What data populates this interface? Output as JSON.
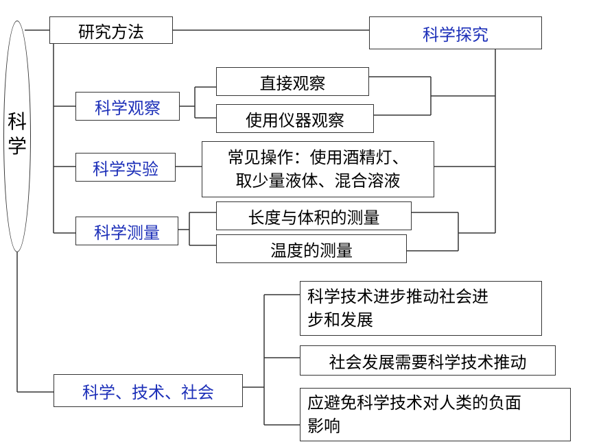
{
  "root": {
    "chars": [
      "科",
      "学"
    ]
  },
  "nodes": {
    "research_method": "研究方法",
    "science_inquiry": "科学探究",
    "observation": "科学观察",
    "direct_observation": "直接观察",
    "instrument_observation": "使用仪器观察",
    "experiment": "科学实验",
    "common_ops": [
      "常见操作：使用酒精灯、",
      "取少量液体、混合溶液"
    ],
    "measurement": "科学测量",
    "length_volume": "长度与体积的测量",
    "temperature": "温度的测量",
    "sts": "科学、技术、社会",
    "sts_1": [
      "科学技术进步推动社会进",
      "步和发展"
    ],
    "sts_2": "社会发展需要科学技术推动",
    "sts_3": [
      "应避免科学技术对人类的负面",
      "影响"
    ]
  },
  "colors": {
    "accent_text": "#1c2fb8",
    "line": "#333333"
  }
}
